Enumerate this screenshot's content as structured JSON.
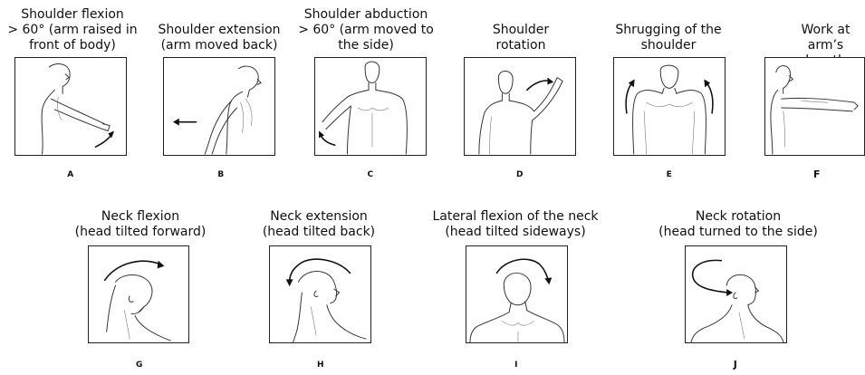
{
  "panels": [
    {
      "caption": "Shoulder flexion\n> 60° (arm raised in\nfront of body)",
      "letter": "A"
    },
    {
      "caption": "Shoulder extension\n(arm moved back)",
      "letter": "B"
    },
    {
      "caption": "Shoulder abduction\n> 60° (arm moved to\nthe side)",
      "letter": "C"
    },
    {
      "caption": "Shoulder\nrotation",
      "letter": "D"
    },
    {
      "caption": "Shrugging of the\nshoulder",
      "letter": "E"
    },
    {
      "caption": "Work at\narm’s length",
      "letter": "F"
    },
    {
      "caption": "Neck flexion\n(head tilted forward)",
      "letter": "G"
    },
    {
      "caption": "Neck extension\n(head tilted back)",
      "letter": "H"
    },
    {
      "caption": "Lateral flexion of the neck\n(head tilted sideways)",
      "letter": "I"
    },
    {
      "caption": "Neck rotation\n(head turned to the side)",
      "letter": "J"
    }
  ]
}
